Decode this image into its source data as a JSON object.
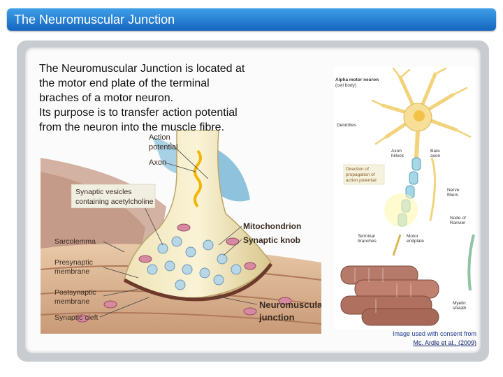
{
  "header": {
    "title": "The Neuromuscular Junction"
  },
  "body": {
    "lines": [
      "The Neuromuscular Junction is located at",
      "the motor end plate of the terminal",
      "braches of a motor neuron.",
      "Its purpose is to transfer action potential",
      "from the neuron into the muscle fibre."
    ]
  },
  "diagram_left": {
    "labels": {
      "action_potential_1": "Action",
      "action_potential_2": "potential",
      "axon": "Axon",
      "synaptic_vesicles_1": "Synaptic vesicles",
      "synaptic_vesicles_2": "containing acetylcholine",
      "sarcolemma": "Sarcolemma",
      "presynaptic_1": "Presynaptic",
      "presynaptic_2": "membrane",
      "postsynaptic_1": "Postsynaptic",
      "postsynaptic_2": "membrane",
      "synaptic_cleft": "Synaptic cleft",
      "mitochondrion": "Mitochondrion",
      "synaptic_knob": "Synaptic knob",
      "nmj_1": "Neuromuscular",
      "nmj_2": "junction"
    }
  },
  "diagram_right": {
    "labels": {
      "alpha_1": "Alpha motor neuron",
      "alpha_2": "(cell body)",
      "dendrites": "Dendrites",
      "axon_hillock_1": "Axon",
      "axon_hillock_2": "hillock",
      "bare_axon_1": "Bare",
      "bare_axon_2": "axon",
      "direction_1": "Direction of",
      "direction_2": "propagation of",
      "direction_3": "action potential",
      "nerve_fibers_1": "Nerve",
      "nerve_fibers_2": "fibers",
      "node_1": "Node of",
      "node_2": "Ranvier",
      "terminal_1": "Terminal",
      "terminal_2": "branches",
      "motor_1": "Motor",
      "motor_2": "endplate",
      "myelin_1": "Myelin",
      "myelin_2": "sheath"
    }
  },
  "credit": {
    "line1": "Image used with consent from",
    "line2": "Mc. Ardle et al., (2009)"
  }
}
